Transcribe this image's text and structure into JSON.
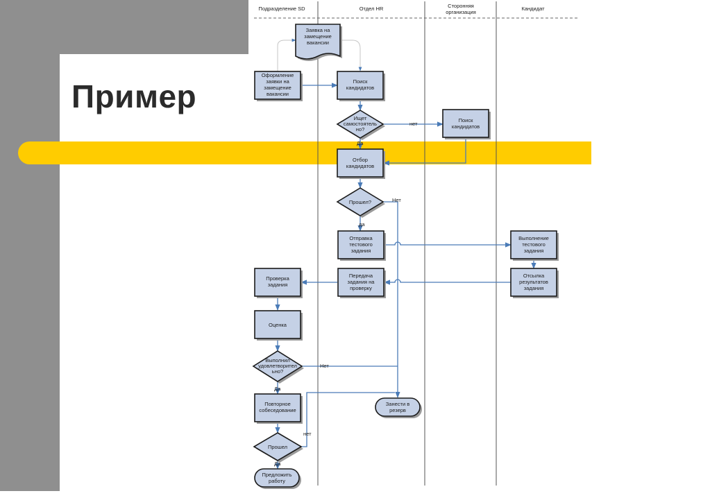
{
  "slide": {
    "title": "Пример",
    "colors": {
      "yellow": "#ffcc00",
      "gray": "#8f8f8f",
      "box_fill": "#c5d1e6",
      "arrow": "#4a7bb7"
    }
  },
  "lanes": [
    "Подразделение SD",
    "Отдел HR",
    [
      "Сторонняя",
      "организация"
    ],
    "Кандидат"
  ],
  "nodes": {
    "request_doc": [
      "Заявка на",
      "замещение",
      "вакансии"
    ],
    "request_form": [
      "Оформление",
      "заявки на",
      "замещение",
      "вакансии"
    ],
    "search_hr": [
      "Поиск",
      "кандидатов"
    ],
    "self_search": [
      "Ищет",
      "самостоятель",
      "но?"
    ],
    "search_ext": [
      "Поиск",
      "кандидатов"
    ],
    "select": [
      "Отбор",
      "кандидатов"
    ],
    "passed1": [
      "Прошел?"
    ],
    "send_test": [
      "Отправка",
      "тестового",
      "задания"
    ],
    "do_test": [
      "Выполнение",
      "тестового",
      "задания"
    ],
    "send_results": [
      "Отсылка",
      "результатов",
      "задания"
    ],
    "transfer": [
      "Передача",
      "задания на",
      "проверку"
    ],
    "check": [
      "Проверка",
      "задания"
    ],
    "score": [
      "Оценка"
    ],
    "satisfied": [
      "Выполнил",
      "удовлетворител",
      "ьно?"
    ],
    "reinterview": [
      "Повторное",
      "собеседование"
    ],
    "passed2": [
      "Прошел"
    ],
    "reserve": [
      "Занести  в",
      "резерв"
    ],
    "offer": [
      "Предложить",
      "работу"
    ]
  },
  "edge_labels": {
    "no_self": "нет",
    "yes_self": "Да",
    "no_passed1": "Нет",
    "yes_passed1": "да",
    "no_satisfied": "Нет",
    "yes_satisfied": "Да",
    "no_passed2": "нет",
    "yes_passed2": "Да"
  }
}
